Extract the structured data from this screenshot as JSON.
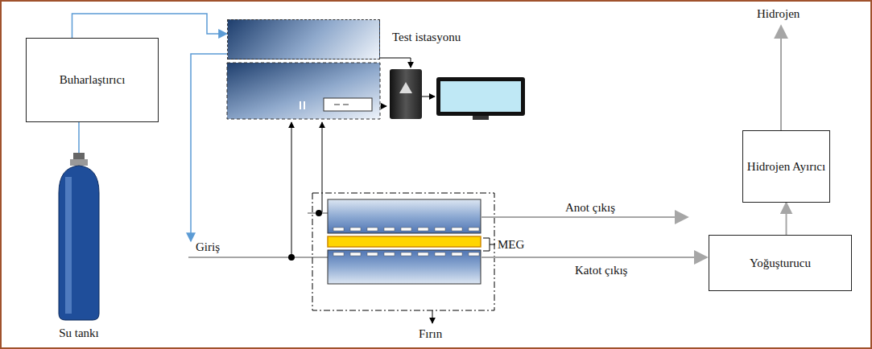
{
  "diagram": {
    "nodes": [
      {
        "text": [
          "Buharlaştırıcı"
        ]
      },
      {
        "text": [
          "Test istasyonu"
        ]
      },
      {
        "text": [
          "Su tankı"
        ]
      },
      {
        "text": [
          "Yoğuşturucu"
        ]
      },
      {
        "text": [
          "Hidrojen Ayırıcı"
        ]
      }
    ],
    "edges": [
      {
        "from": 2,
        "to": 0,
        "arrow": "none"
      },
      {
        "from": 0,
        "to": 1,
        "arrow": "to"
      },
      {
        "from": 3,
        "to": 4,
        "arrow": "to"
      }
    ],
    "labels": [
      "MEG",
      "Anot çıkış",
      "Katot çıkış",
      "Giriş",
      "Fırın",
      "Hidrojen"
    ]
  }
}
